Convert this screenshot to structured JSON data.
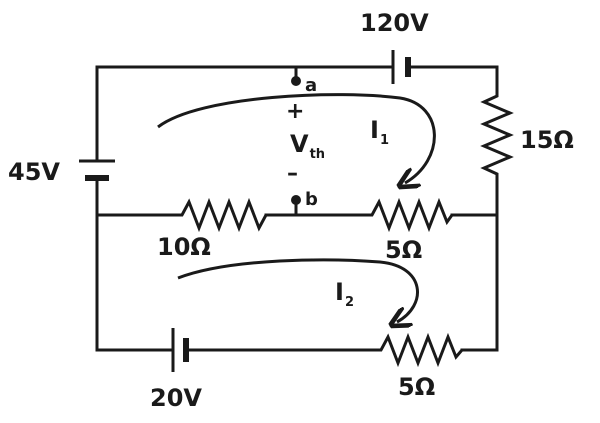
{
  "diagram": {
    "sources": {
      "top": "120V",
      "left": "45V",
      "bottom": "20V"
    },
    "resistors": {
      "right": "15Ω",
      "mid_left": "10Ω",
      "mid_right": "5Ω",
      "bottom": "5Ω"
    },
    "terminals": {
      "a": "a",
      "b": "b"
    },
    "polarity": {
      "plus": "+",
      "minus": "–"
    },
    "vth": {
      "main": "V",
      "sub": "th"
    },
    "currents": {
      "i1_main": "I",
      "i1_sub": "1",
      "i2_main": "I",
      "i2_sub": "2"
    }
  }
}
